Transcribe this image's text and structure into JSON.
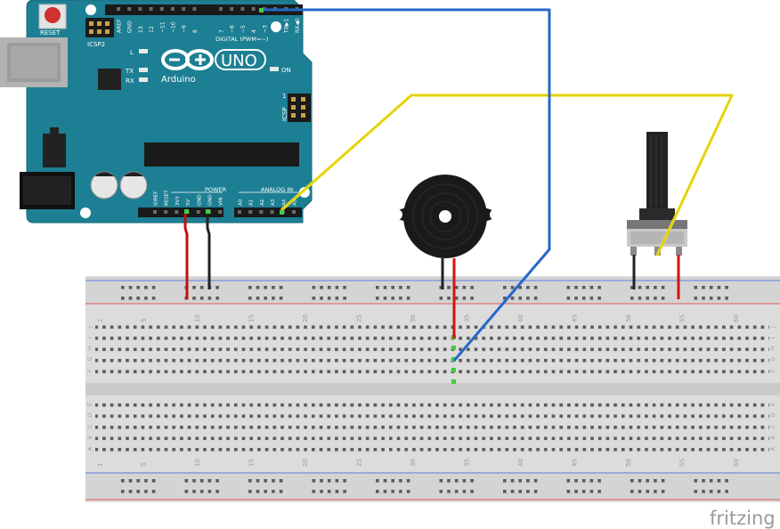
{
  "arduino": {
    "reset_label": "RESET",
    "icsp2_label": "ICSP2",
    "icsp_label": "ICSP",
    "icsp_pin1": "1",
    "led_l": "L",
    "led_tx": "TX",
    "led_rx": "RX",
    "led_on": "ON",
    "logo_text": "UNO",
    "brand": "Arduino",
    "digital_label": "DIGITAL (PWM=~)",
    "power_label": "POWER",
    "analog_label": "ANALOG IN",
    "top_pins": [
      "AREF",
      "GND",
      "13",
      "12",
      "~11",
      "~10",
      "~9",
      "8",
      "7",
      "~6",
      "~5",
      "4",
      "~3",
      "2",
      "TX▶1",
      "RX◀0"
    ],
    "power_pins": [
      "IOREF",
      "RESET",
      "3V3",
      "5V",
      "GND",
      "GND",
      "VIN"
    ],
    "analog_pins": [
      "A0",
      "A1",
      "A2",
      "A3",
      "A4",
      "A5"
    ]
  },
  "breadboard": {
    "column_numbers": [
      "1",
      "5",
      "10",
      "15",
      "20",
      "25",
      "30",
      "35",
      "40",
      "45",
      "50",
      "55",
      "60"
    ],
    "rows_top": [
      "J",
      "I",
      "H",
      "G",
      "F"
    ],
    "rows_bottom": [
      "E",
      "D",
      "C",
      "B",
      "A"
    ]
  },
  "colors": {
    "board": "#1d7f93",
    "wire_yellow": "#f2e11b",
    "wire_blue": "#2468c9",
    "wire_red": "#d21212",
    "wire_black": "#222222"
  },
  "watermark": "fritzing"
}
